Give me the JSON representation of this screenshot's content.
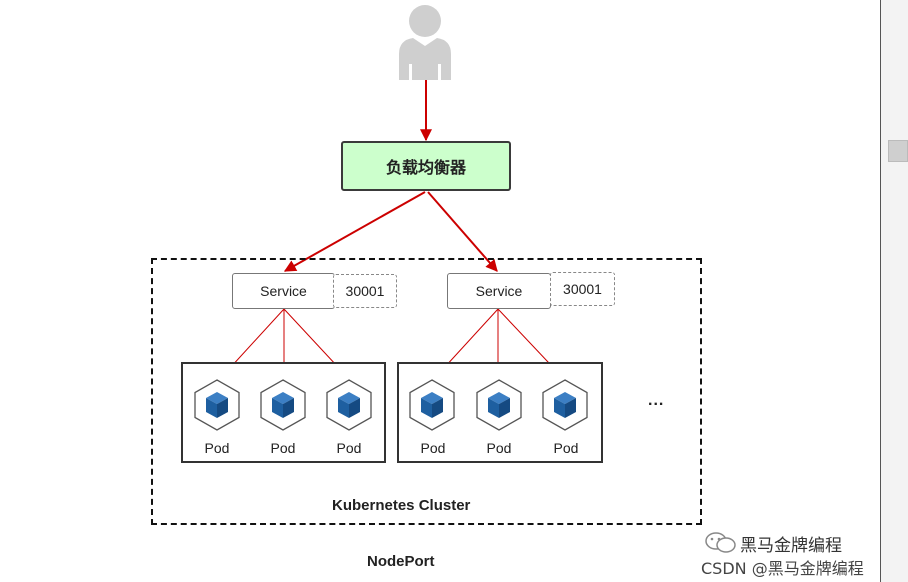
{
  "load_balancer": {
    "label": "负载均衡器"
  },
  "services": [
    {
      "label": "Service",
      "port": "30001"
    },
    {
      "label": "Service",
      "port": "30001"
    }
  ],
  "pod_groups": [
    {
      "pods": [
        "Pod",
        "Pod",
        "Pod"
      ]
    },
    {
      "pods": [
        "Pod",
        "Pod",
        "Pod"
      ]
    }
  ],
  "ellipsis": "...",
  "cluster_label": "Kubernetes Cluster",
  "diagram_label": "NodePort",
  "watermark": {
    "brand": "黑马金牌编程",
    "credit": "CSDN @黑马金牌编程"
  },
  "colors": {
    "arrow": "#cc0000",
    "lb_fill": "#ccffcc",
    "cube": "#1e5fa0",
    "user": "#cfcfcf"
  },
  "icons": [
    "user-icon",
    "pod-cube-icon",
    "wechat-icon"
  ]
}
